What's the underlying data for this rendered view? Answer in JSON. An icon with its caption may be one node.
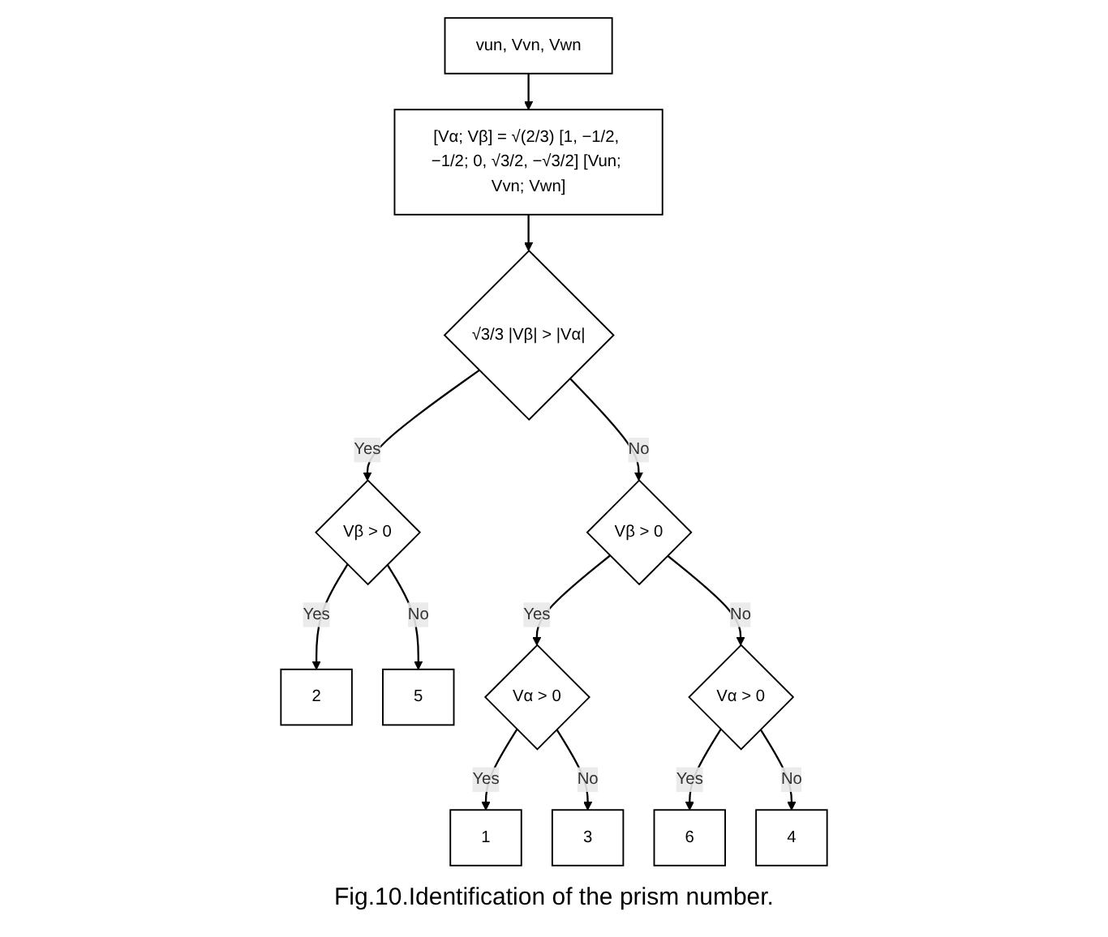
{
  "diagram": {
    "caption": "Fig.10.Identification of the prism number.",
    "nodes": [
      {
        "text": [
          "vun, Vvn, Vwn"
        ]
      },
      {
        "text": [
          "[Vα; Vβ] = √(2/3) [1, −1/2, −1/2; 0, √3/2, −√3/2] [Vun; Vvn; Vwn]"
        ]
      },
      {
        "text": [
          "√3/3 |Vβ| > |Vα|"
        ]
      },
      {
        "text": [
          "Vβ > 0"
        ]
      },
      {
        "text": [
          "Vβ > 0"
        ]
      },
      {
        "text": [
          "2"
        ]
      },
      {
        "text": [
          "5"
        ]
      },
      {
        "text": [
          "Vα > 0"
        ]
      },
      {
        "text": [
          "Vα > 0"
        ]
      },
      {
        "text": [
          "1"
        ]
      },
      {
        "text": [
          "3"
        ]
      },
      {
        "text": [
          "6"
        ]
      },
      {
        "text": [
          "4"
        ]
      }
    ],
    "edges": [
      {
        "from": 0,
        "to": 1,
        "arrow": "to"
      },
      {
        "from": 1,
        "to": 2,
        "arrow": "to"
      },
      {
        "from": 2,
        "to": 3,
        "arrow": "to",
        "label": "Yes"
      },
      {
        "from": 2,
        "to": 4,
        "arrow": "to",
        "label": "No"
      },
      {
        "from": 3,
        "to": 5,
        "arrow": "to",
        "label": "Yes"
      },
      {
        "from": 3,
        "to": 6,
        "arrow": "to",
        "label": "No"
      },
      {
        "from": 4,
        "to": 7,
        "arrow": "to",
        "label": "Yes"
      },
      {
        "from": 4,
        "to": 8,
        "arrow": "to",
        "label": "No"
      },
      {
        "from": 7,
        "to": 9,
        "arrow": "to",
        "label": "Yes"
      },
      {
        "from": 7,
        "to": 10,
        "arrow": "to",
        "label": "No"
      },
      {
        "from": 8,
        "to": 11,
        "arrow": "to",
        "label": "Yes"
      },
      {
        "from": 8,
        "to": 12,
        "arrow": "to",
        "label": "No"
      }
    ]
  }
}
